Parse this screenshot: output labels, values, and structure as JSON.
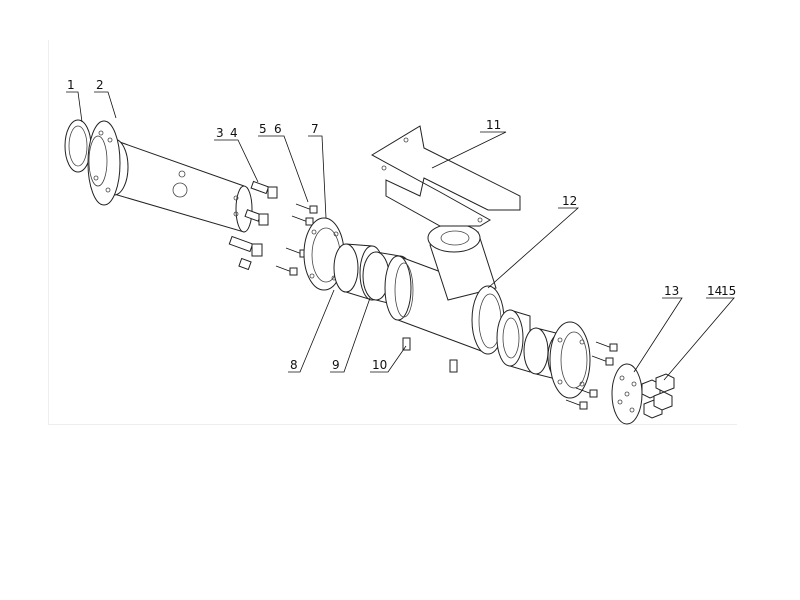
{
  "diagram": {
    "part_labels": [
      "1",
      "2",
      "3",
      "4",
      "5",
      "6",
      "7",
      "8",
      "9",
      "10",
      "11",
      "12",
      "13",
      "14",
      "15"
    ]
  }
}
